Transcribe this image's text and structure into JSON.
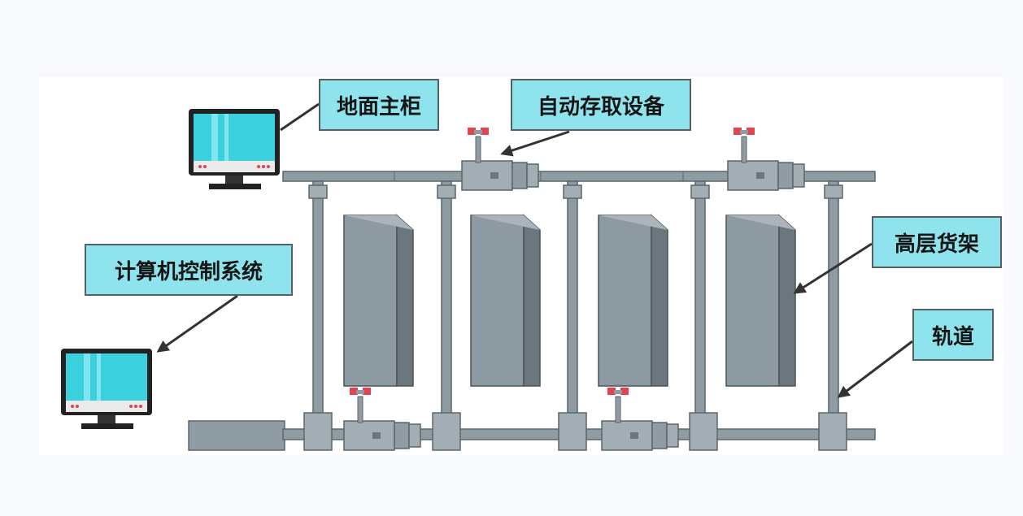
{
  "labels": {
    "ground_cabinet": "地面主柜",
    "auto_storage": "自动存取设备",
    "computer_control": "计算机控制系统",
    "high_rack": "高层货架",
    "rail": "轨道"
  },
  "colors": {
    "callout_fill": "#8ee3ec",
    "rack_gray": "#8e9aa1",
    "rail_gray": "#909ca3",
    "screen_cyan": "#3ad0de",
    "valve_red": "#e0454f",
    "arrow": "#333333"
  },
  "icons": {
    "computer": "monitor-icon",
    "valve": "valve-icon"
  }
}
